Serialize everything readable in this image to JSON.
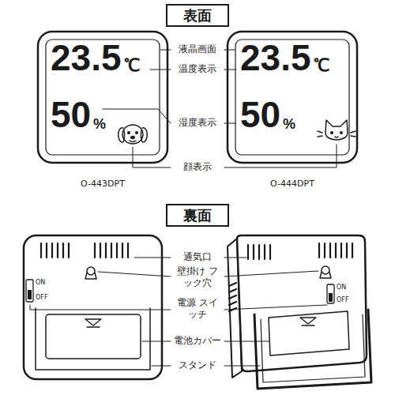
{
  "diagram": {
    "nodes": [
      {
        "text": [
          "表面"
        ]
      },
      {
        "text": [
          "裏面"
        ]
      }
    ],
    "edges": [],
    "labels": [
      "23.5",
      "℃",
      "50",
      "%",
      "23.5",
      "℃",
      "50",
      "%",
      "液晶画面",
      "温度表示",
      "湿度表示",
      "顔表示",
      "O-443DPT",
      "O-444DPT",
      "通気口",
      "壁掛け フック穴",
      "電源 スイッチ",
      "電池カバー",
      "スタンド",
      "ON",
      "OFF",
      "ON",
      "OFF"
    ]
  }
}
